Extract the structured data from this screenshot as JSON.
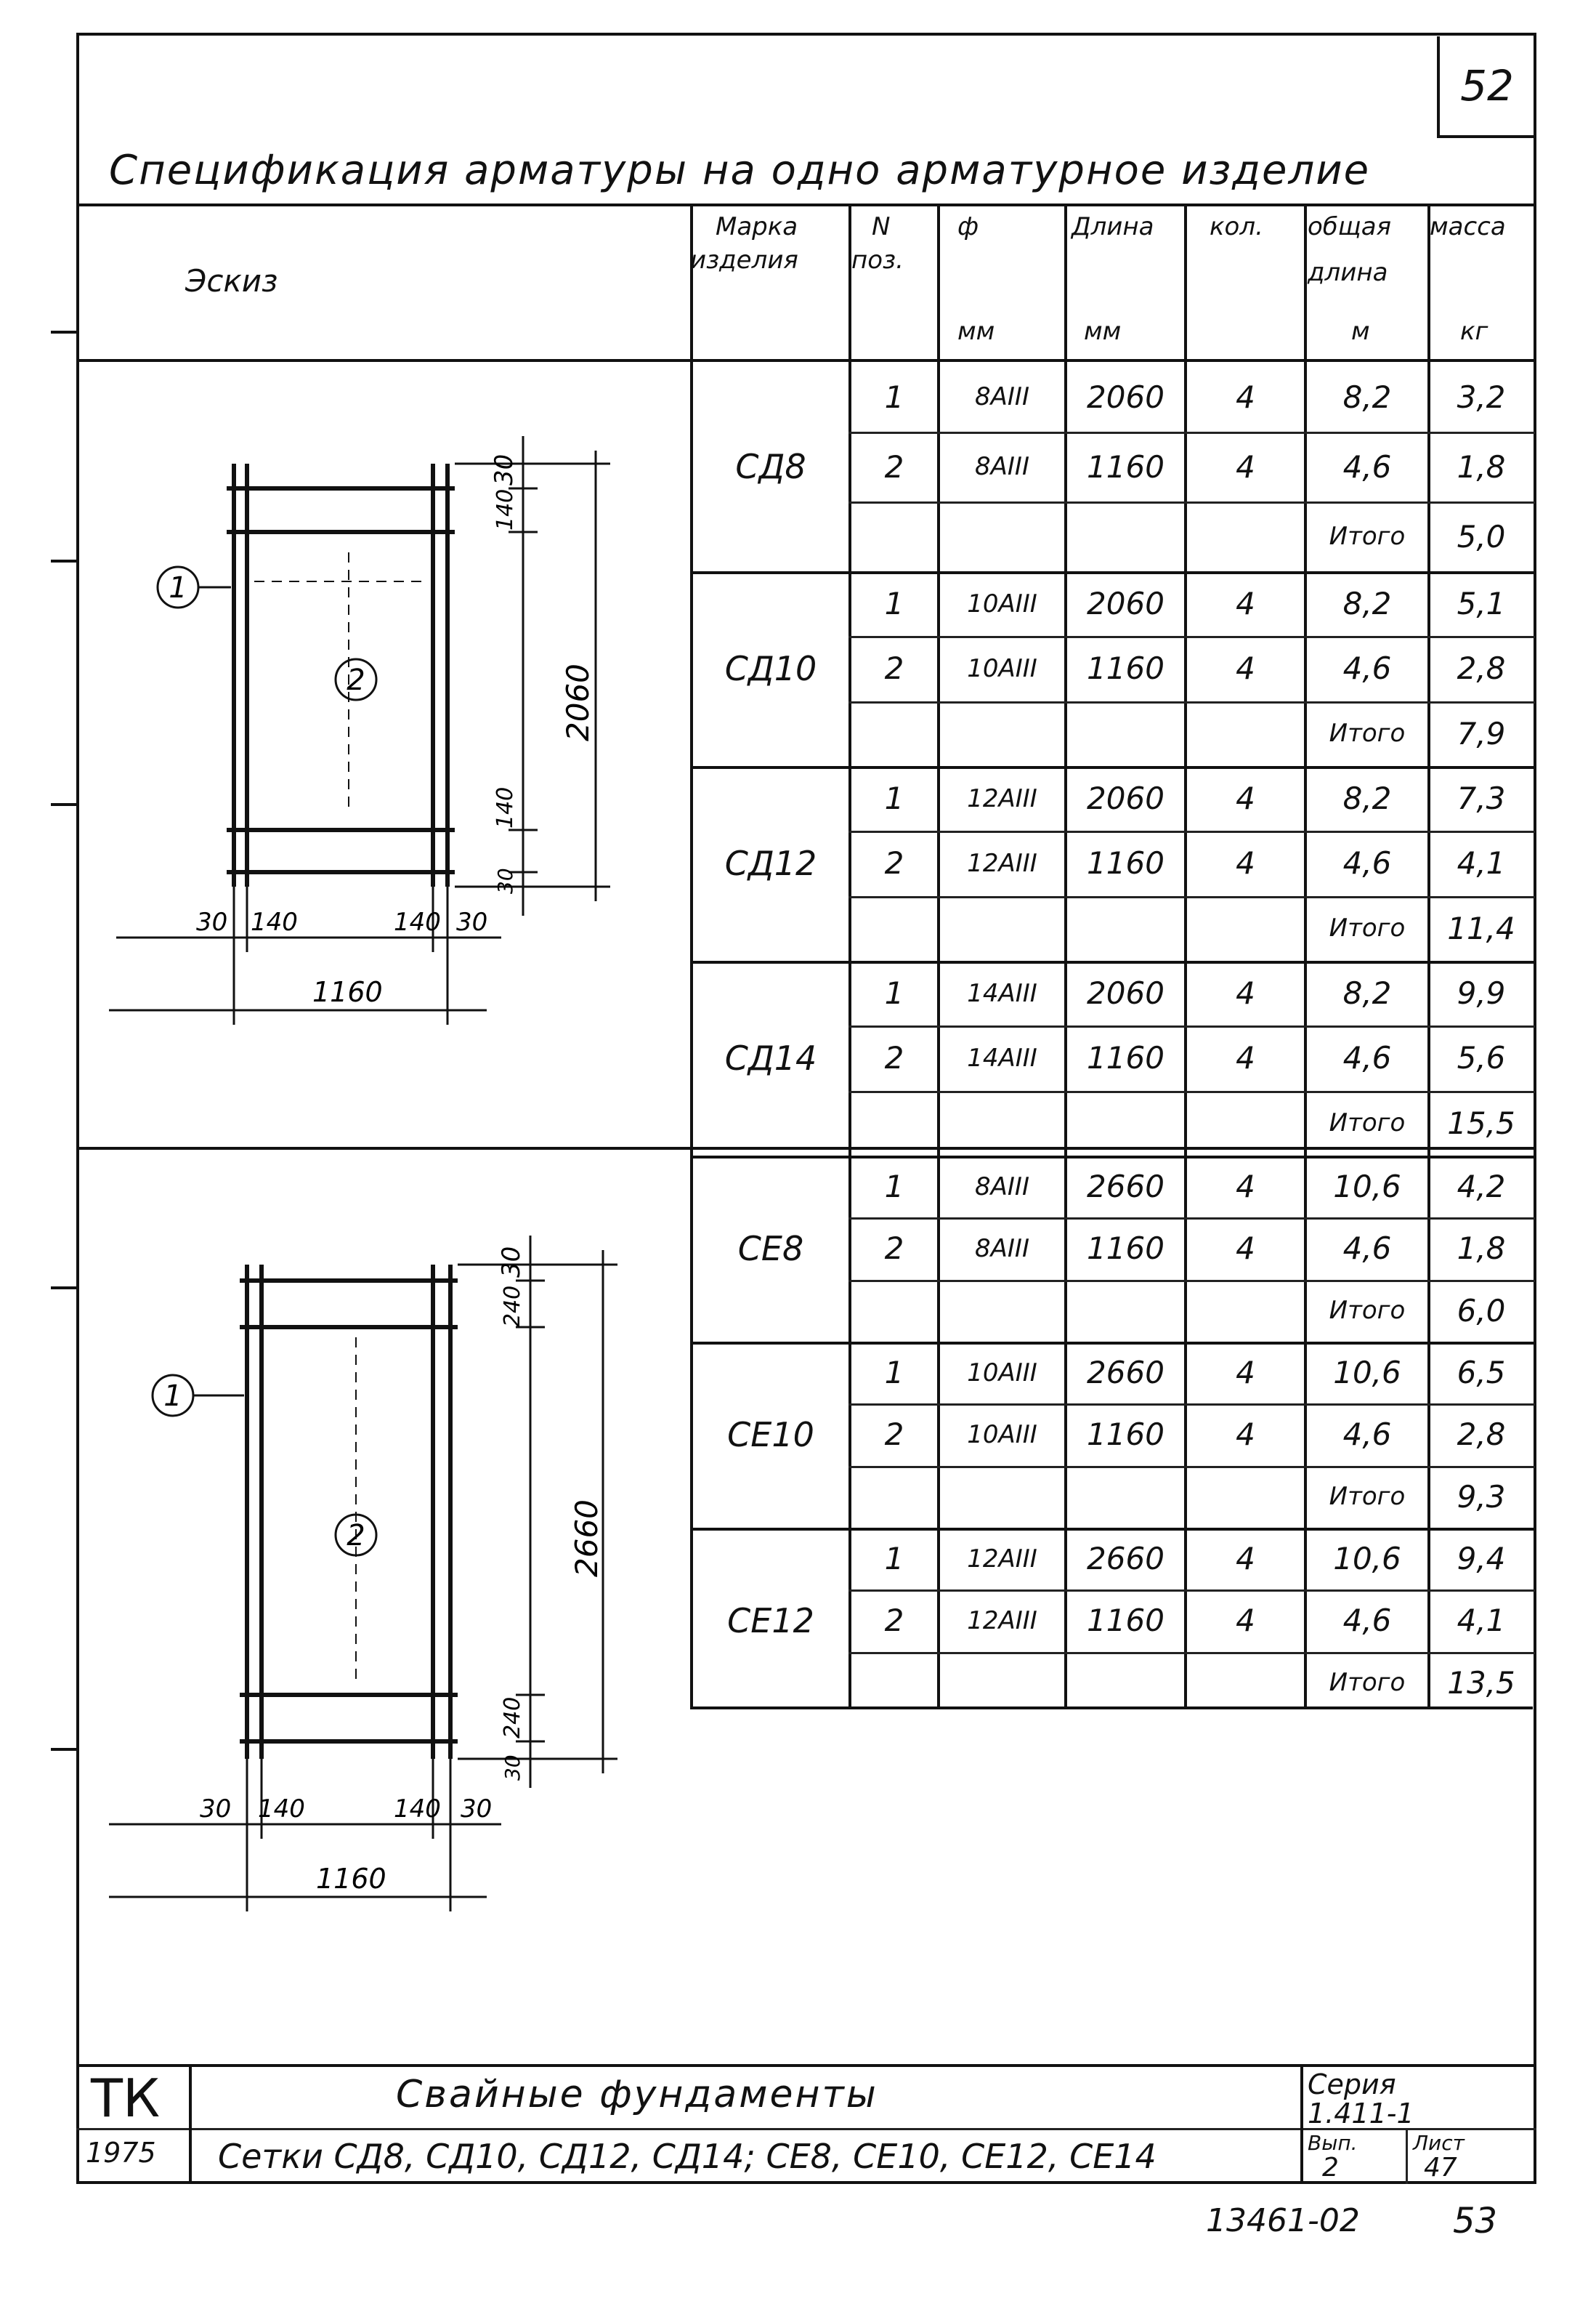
{
  "page_number": "52",
  "title": "Спецификация арматуры на одно арматурное изделие",
  "header": {
    "sketch": "Эскиз",
    "mark_line1": "Марка",
    "mark_line2": "изделия",
    "pos_line1": "N",
    "pos_line2": "поз.",
    "dia_line1": "ф",
    "dia_unit": "мм",
    "len_line1": "Длина",
    "len_unit": "мм",
    "qty": "кол.",
    "total_line1": "общая",
    "total_line2": "длина",
    "total_unit": "м",
    "mass": "масса",
    "mass_unit": "кг"
  },
  "sketch_top": {
    "dims": {
      "top": "30",
      "top2": "140",
      "height": "2060",
      "bot2": "140",
      "bot": "30",
      "w_left_edge": "30",
      "w_left_in": "140",
      "w_right_in": "140",
      "w_right_edge": "30",
      "width": "1160"
    },
    "callout_1": "1",
    "callout_2": "2"
  },
  "sketch_bottom": {
    "dims": {
      "top": "30",
      "top2": "240",
      "height": "2660",
      "bot2": "240",
      "bot": "30",
      "w_left_edge": "30",
      "w_left_in": "140",
      "w_right_in": "140",
      "w_right_edge": "30",
      "width": "1160"
    },
    "callout_1": "1",
    "callout_2": "2"
  },
  "groups": [
    {
      "mark": "СД8",
      "rows": [
        {
          "pos": "1",
          "dia": "8AIII",
          "len": "2060",
          "qty": "4",
          "total": "8,2",
          "mass": "3,2"
        },
        {
          "pos": "2",
          "dia": "8AIII",
          "len": "1160",
          "qty": "4",
          "total": "4,6",
          "mass": "1,8"
        },
        {
          "pos": "",
          "dia": "",
          "len": "",
          "qty": "",
          "total": "Итого",
          "mass": "5,0"
        }
      ]
    },
    {
      "mark": "СД10",
      "rows": [
        {
          "pos": "1",
          "dia": "10AIII",
          "len": "2060",
          "qty": "4",
          "total": "8,2",
          "mass": "5,1"
        },
        {
          "pos": "2",
          "dia": "10AIII",
          "len": "1160",
          "qty": "4",
          "total": "4,6",
          "mass": "2,8"
        },
        {
          "pos": "",
          "dia": "",
          "len": "",
          "qty": "",
          "total": "Итого",
          "mass": "7,9"
        }
      ]
    },
    {
      "mark": "СД12",
      "rows": [
        {
          "pos": "1",
          "dia": "12AIII",
          "len": "2060",
          "qty": "4",
          "total": "8,2",
          "mass": "7,3"
        },
        {
          "pos": "2",
          "dia": "12AIII",
          "len": "1160",
          "qty": "4",
          "total": "4,6",
          "mass": "4,1"
        },
        {
          "pos": "",
          "dia": "",
          "len": "",
          "qty": "",
          "total": "Итого",
          "mass": "11,4"
        }
      ]
    },
    {
      "mark": "СД14",
      "rows": [
        {
          "pos": "1",
          "dia": "14AIII",
          "len": "2060",
          "qty": "4",
          "total": "8,2",
          "mass": "9,9"
        },
        {
          "pos": "2",
          "dia": "14AIII",
          "len": "1160",
          "qty": "4",
          "total": "4,6",
          "mass": "5,6"
        },
        {
          "pos": "",
          "dia": "",
          "len": "",
          "qty": "",
          "total": "Итого",
          "mass": "15,5"
        }
      ]
    },
    {
      "mark": "СЕ8",
      "rows": [
        {
          "pos": "1",
          "dia": "8AIII",
          "len": "2660",
          "qty": "4",
          "total": "10,6",
          "mass": "4,2"
        },
        {
          "pos": "2",
          "dia": "8AIII",
          "len": "1160",
          "qty": "4",
          "total": "4,6",
          "mass": "1,8"
        },
        {
          "pos": "",
          "dia": "",
          "len": "",
          "qty": "",
          "total": "Итого",
          "mass": "6,0"
        }
      ]
    },
    {
      "mark": "СЕ10",
      "rows": [
        {
          "pos": "1",
          "dia": "10AIII",
          "len": "2660",
          "qty": "4",
          "total": "10,6",
          "mass": "6,5"
        },
        {
          "pos": "2",
          "dia": "10AIII",
          "len": "1160",
          "qty": "4",
          "total": "4,6",
          "mass": "2,8"
        },
        {
          "pos": "",
          "dia": "",
          "len": "",
          "qty": "",
          "total": "Итого",
          "mass": "9,3"
        }
      ]
    },
    {
      "mark": "СЕ12",
      "rows": [
        {
          "pos": "1",
          "dia": "12AIII",
          "len": "2660",
          "qty": "4",
          "total": "10,6",
          "mass": "9,4"
        },
        {
          "pos": "2",
          "dia": "12AIII",
          "len": "1160",
          "qty": "4",
          "total": "4,6",
          "mass": "4,1"
        },
        {
          "pos": "",
          "dia": "",
          "len": "",
          "qty": "",
          "total": "Итого",
          "mass": "13,5"
        }
      ]
    }
  ],
  "title_block": {
    "org": "ТК",
    "year": "1975",
    "project": "Свайные фундаменты",
    "sheet_name": "Сетки СД8, СД10, СД12, СД14; СЕ8, СЕ10, СЕ12, СЕ14",
    "series_label": "Серия",
    "series_value": "1.411-1",
    "issue_label": "Вып.",
    "issue_value": "2",
    "sheet_label": "Лист",
    "sheet_value": "47"
  },
  "footer_code": "13461-02",
  "footer_page": "53"
}
